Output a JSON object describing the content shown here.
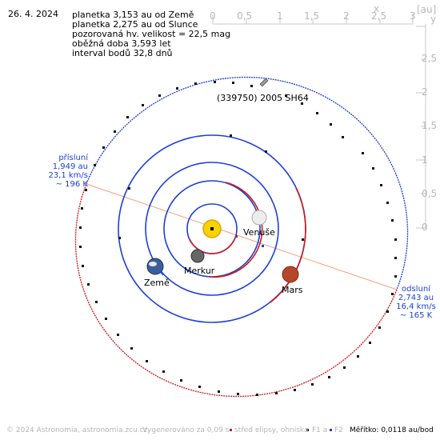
{
  "header": {
    "date": "26. 4. 2024",
    "info_lines": [
      "planetka 3,153 au od Země",
      "planetka 2,275 au od Slunce",
      "pozorovaná hv. velikost = 22,5 mag",
      "oběžná doba 3,593 let",
      "interval bodů 32,8 dnů"
    ]
  },
  "axes": {
    "x_label": "x",
    "unit": "[au]",
    "x_ticks": [
      "0",
      "0,5",
      "1",
      "1,5",
      "2",
      "2,5",
      "3"
    ],
    "y_label": "y",
    "y_ticks": [
      "3",
      "2,5",
      "2",
      "1,5",
      "1",
      "0,5",
      "0"
    ]
  },
  "object_label": "(339750) 2005 SH64",
  "planets": {
    "venus": "Venuše",
    "mercury": "Merkur",
    "earth": "Země",
    "mars": "Mars"
  },
  "perihelion": {
    "title": "přísluní",
    "distance": "1,949 au",
    "speed": "23,1 km/s",
    "temp": "~ 196 K"
  },
  "aphelion": {
    "title": "odsluní",
    "distance": "2,743 au",
    "speed": "16,4 km/s",
    "temp": "~ 165 K"
  },
  "footer": {
    "copyright": "© 2024 Astronomia, astronomia.zcu.cz",
    "generated": "Vygenerováno za 0,09 s",
    "legend_center": "střed elipsy, ohniska",
    "legend_f1": "F1 a",
    "legend_f2": "F2",
    "scale": "Měřítko: 0,0118 au/bod"
  },
  "colors": {
    "orbit_blue": "#1b3fd9",
    "orbit_red": "#cc1a1a",
    "apsis_line": "#f5a07a",
    "sun": "#f7d300",
    "mars": "#b5472a"
  }
}
